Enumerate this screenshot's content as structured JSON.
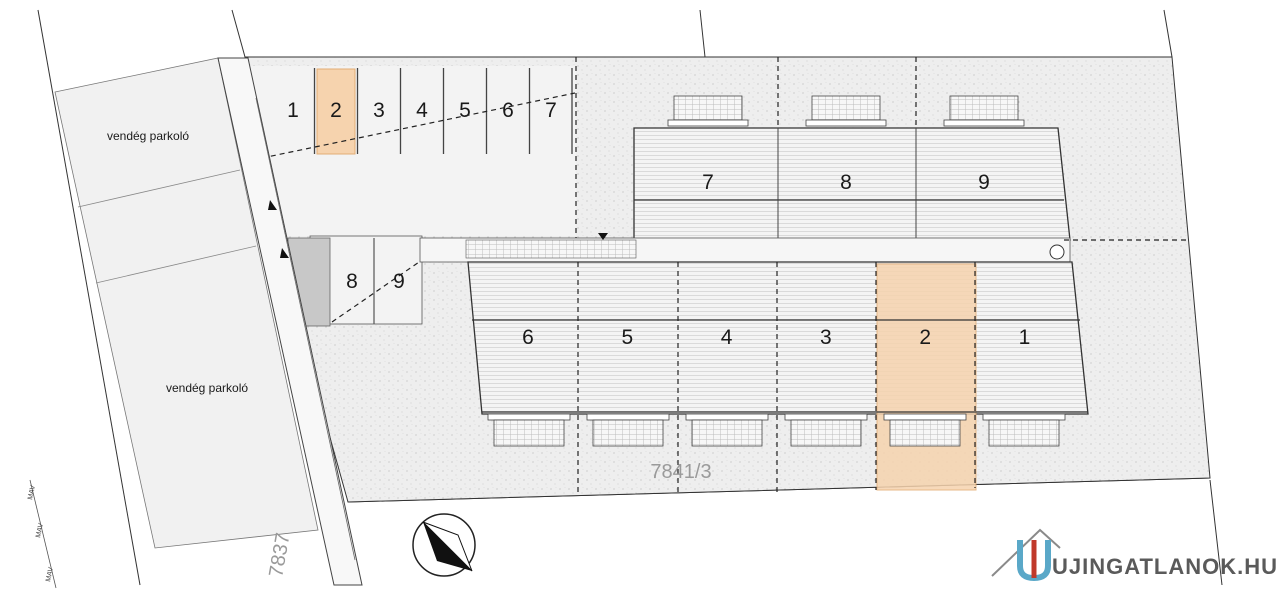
{
  "parking_top": {
    "spaces": [
      "1",
      "2",
      "3",
      "4",
      "5",
      "6",
      "7"
    ],
    "highlighted": "2"
  },
  "parking_side": {
    "spaces": [
      "8",
      "9"
    ]
  },
  "guest_parking": {
    "top_label": "vendég parkoló",
    "bottom_label": "vendég parkoló"
  },
  "units_north": [
    "7",
    "8",
    "9"
  ],
  "units_south": [
    "6",
    "5",
    "4",
    "3",
    "2",
    "1"
  ],
  "highlighted_unit": "2",
  "parcel_main": "7841/3",
  "parcel_road": "7837",
  "road_marks": [
    "MAV",
    "MAV",
    "MAV"
  ],
  "watermark": "UJINGATLANOK.HU",
  "colors": {
    "highlight": "#f6d3ae",
    "highlight_stroke": "#e3ad74",
    "site_fill": "#ececec",
    "garage": "#c8c8c8",
    "line": "#222222"
  }
}
